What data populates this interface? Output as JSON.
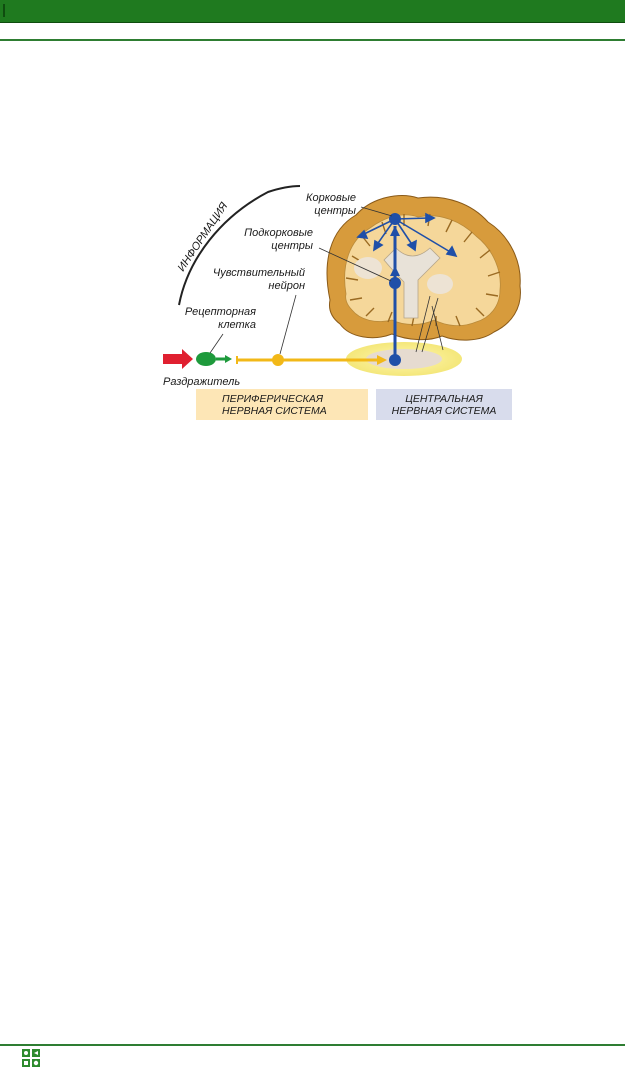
{
  "diagram": {
    "info_label": "ИНФОРМАЦИЯ",
    "cortical": [
      "Корковые",
      "центры"
    ],
    "subcortical": [
      "Подкорковые",
      "центры"
    ],
    "sensory": [
      "Чувствительный",
      "нейрон"
    ],
    "receptor": [
      "Рецепторная",
      "клетка"
    ],
    "stimulus": "Раздражитель",
    "pns": [
      "ПЕРИФЕРИЧЕСКАЯ",
      "НЕРВНАЯ СИСТЕМА"
    ],
    "cns": [
      "ЦЕНТРАЛЬНАЯ",
      "НЕРВНАЯ СИСТЕМА"
    ]
  },
  "colors": {
    "header": "#1f7a1f",
    "rule": "#2e7d32",
    "pns_box": "#fde6b6",
    "cns_box": "#d8dcec",
    "brain_outer": "#d79b3c",
    "brain_inner": "#f5d79a",
    "pathway_blue": "#1f4fa8",
    "sensory_yellow": "#f2b818",
    "stimulus_red": "#e02030",
    "receptor_green": "#1e9a3c"
  }
}
